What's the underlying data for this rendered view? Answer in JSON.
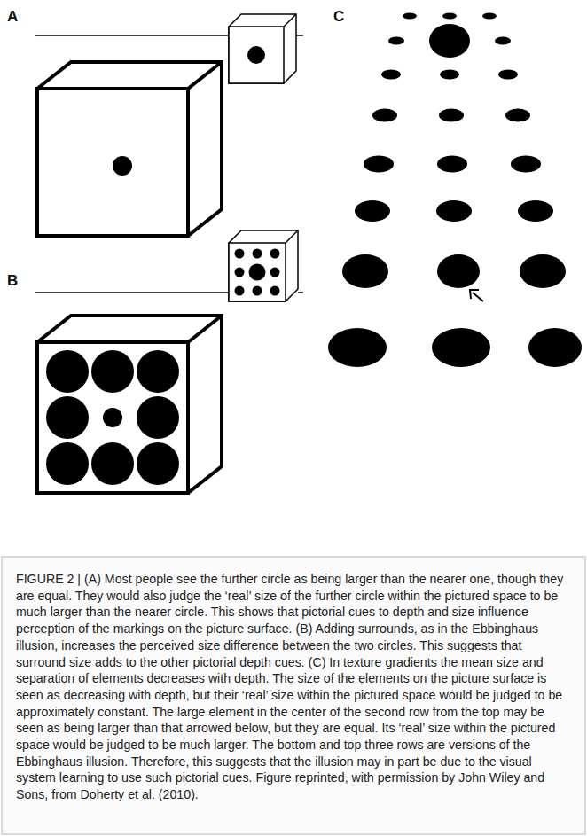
{
  "diagram": {
    "caption": "FIGURE 2 | (A) Most people see the further circle as being larger than the nearer one, though they are equal. They would also judge the ‘real’ size of the further circle within the pictured space to be much larger than the nearer circle. This shows that pictorial cues to depth and size influence perception of the markings on the picture surface. (B) Adding surrounds, as in the Ebbinghaus illusion, increases the perceived size difference between the two circles. This suggests that surround size adds to the other pictorial depth cues. (C) In texture gradients the mean size and separation of elements decreases with depth. The size of the elements on the picture surface is seen as decreasing with depth, but their ‘real’ size within the pictured space would be judged to be approximately constant. The large element in the center of the second row from the top may be seen as being larger than that arrowed below, but they are equal. Its ‘real’ size within the pictured space would be judged to be much larger. The bottom and top three rows are versions of the Ebbinghaus illusion. Therefore, this suggests that the illusion may in part be due to the visual system learning to use such pictorial cues. Figure reprinted, with permission by John Wiley and Sons, from Doherty et al. (2010).",
    "labels": [
      "A",
      "B",
      "C"
    ]
  }
}
